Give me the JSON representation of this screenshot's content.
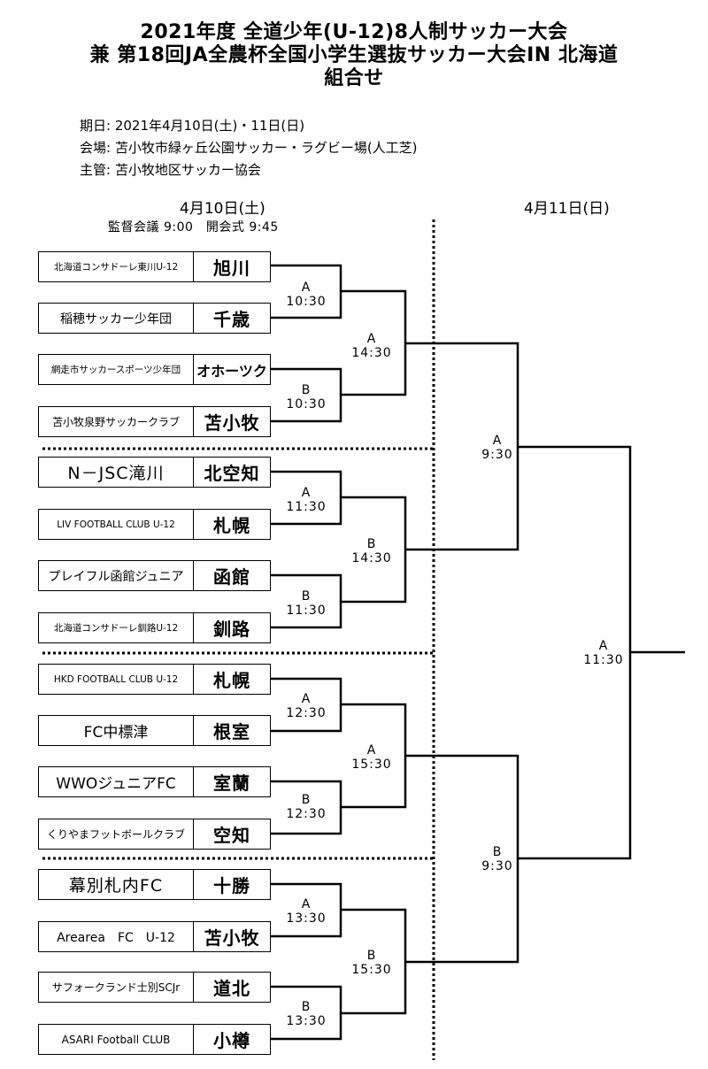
{
  "title": {
    "line1": "2021年度 全道少年(U-12)8人制サッカー大会",
    "line2": "兼 第18回JA全農杯全国小学生選抜サッカー大会IN 北海道",
    "line3": "組合せ"
  },
  "info": {
    "period": "期日: 2021年4月10日(土)・11日(日)",
    "venue": "会場: 苫小牧市緑ヶ丘公園サッカー・ラグビー場(人工芝)",
    "organizer": "主管: 苫小牧地区サッカー協会"
  },
  "day1": {
    "label": "4月10日(土)",
    "sub": "監督会議 9:00　開会式 9:45"
  },
  "day2": {
    "label": "4月11日(日)"
  },
  "teams": [
    {
      "name": "北海道コンサドーレ東川U-12",
      "city": "旭川"
    },
    {
      "name": "稲穂サッカー少年団",
      "city": "千歳"
    },
    {
      "name": "網走市サッカースポーツ少年団",
      "city": "オホーツク"
    },
    {
      "name": "苫小牧泉野サッカークラブ",
      "city": "苫小牧"
    },
    {
      "name": "N－JSC滝川",
      "city": "北空知"
    },
    {
      "name": "LIV FOOTBALL CLUB U-12",
      "city": "札幌"
    },
    {
      "name": "プレイフル函館ジュニア",
      "city": "函館"
    },
    {
      "name": "北海道コンサドーレ釧路U-12",
      "city": "釧路"
    },
    {
      "name": "HKD FOOTBALL CLUB U-12",
      "city": "札幌"
    },
    {
      "name": "FC中標津",
      "city": "根室"
    },
    {
      "name": "WWOジュニアFC",
      "city": "室蘭"
    },
    {
      "name": "くりやまフットボールクラブ",
      "city": "空知"
    },
    {
      "name": "幕別札内FC",
      "city": "十勝"
    },
    {
      "name": "Arearea　FC　U-12",
      "city": "苫小牧"
    },
    {
      "name": "サフォークランド士別SCJr",
      "city": "道北"
    },
    {
      "name": "ASARI Football CLUB",
      "city": "小樽"
    }
  ],
  "round1": [
    {
      "court": "A",
      "time": "10:30"
    },
    {
      "court": "B",
      "time": "10:30"
    },
    {
      "court": "A",
      "time": "11:30"
    },
    {
      "court": "B",
      "time": "11:30"
    },
    {
      "court": "A",
      "time": "12:30"
    },
    {
      "court": "B",
      "time": "12:30"
    },
    {
      "court": "A",
      "time": "13:30"
    },
    {
      "court": "B",
      "time": "13:30"
    }
  ],
  "round2": [
    {
      "court": "A",
      "time": "14:30"
    },
    {
      "court": "B",
      "time": "14:30"
    },
    {
      "court": "A",
      "time": "15:30"
    },
    {
      "court": "B",
      "time": "15:30"
    }
  ],
  "semifinal": [
    {
      "court": "A",
      "time": "9:30"
    },
    {
      "court": "B",
      "time": "9:30"
    }
  ],
  "final": {
    "court": "A",
    "time": "11:30"
  }
}
